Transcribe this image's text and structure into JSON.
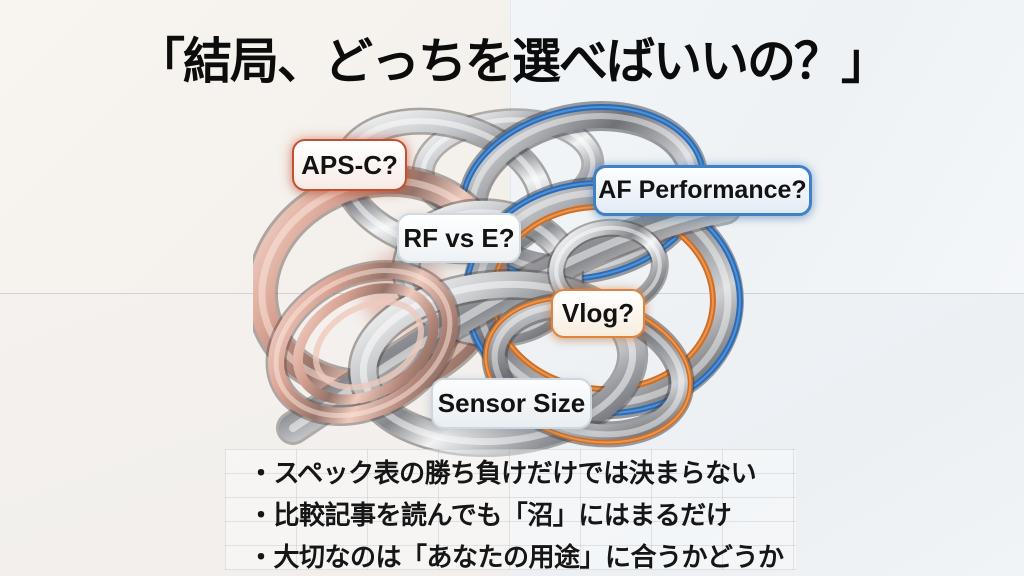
{
  "title": {
    "text": "「結局、どっちを選べばいいの？」"
  },
  "illustration": {
    "description": "tangled-metallic-wire-knot",
    "accent_colors": {
      "blue_cable": "#2b6cb8",
      "orange_cable": "#cf6f26",
      "warm_red_tint": "#c4604a",
      "chrome": "#9fa1a6"
    }
  },
  "badges": [
    {
      "label": "APS-C?",
      "accent": "#c4502f"
    },
    {
      "label": "RF vs E?",
      "accent": "#d3dadf"
    },
    {
      "label": "AF Performance?",
      "accent": "#3f81c4"
    },
    {
      "label": "Vlog?",
      "accent": "#df8440"
    },
    {
      "label": "Sensor Size",
      "accent": "#ccd7df"
    }
  ],
  "bullets": {
    "items": [
      "・スペック表の勝ち負けだけでは決まらない",
      "・比較記事を読んでも「沼」にはまるだけ",
      "・大切なのは「あなたの用途」に合うかどうか"
    ]
  }
}
